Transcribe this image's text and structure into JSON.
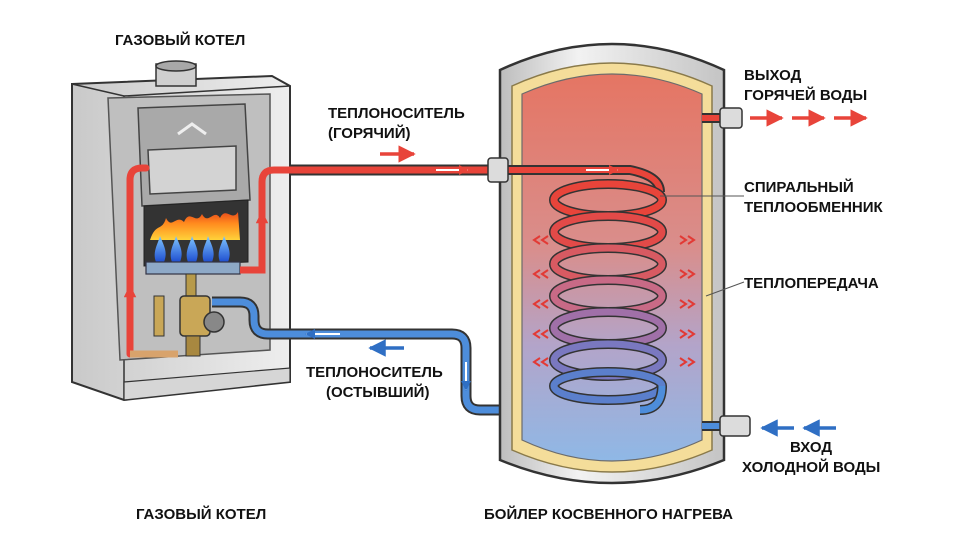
{
  "labels": {
    "boiler_title": "ГАЗОВЫЙ КОТЕЛ",
    "boiler_caption": "ГАЗОВЫЙ КОТЕЛ",
    "hot_carrier_line1": "ТЕПЛОНОСИТЕЛЬ",
    "hot_carrier_line2": "(ГОРЯЧИЙ)",
    "cold_carrier_line1": "ТЕПЛОНОСИТЕЛЬ",
    "cold_carrier_line2": "(ОСТЫВШИЙ)",
    "hot_out_line1": "ВЫХОД",
    "hot_out_line2": "ГОРЯЧЕЙ ВОДЫ",
    "coil_line1": "СПИРАЛЬНЫЙ",
    "coil_line2": "ТЕПЛООБМЕННИК",
    "heat_transfer": "ТЕПЛОПЕРЕДАЧА",
    "cold_in_line1": "ВХОД",
    "cold_in_line2": "ХОЛОДНОЙ ВОДЫ",
    "tank_caption": "БОЙЛЕР КОСВЕННОГО НАГРЕВА"
  },
  "colors": {
    "hot": "#e8443a",
    "cold": "#2f6fc4",
    "hot_water": "#e57e6c",
    "cold_water": "#8fb8e6",
    "insulation": "#f4dd9a",
    "steel": "#d9d9d9"
  },
  "icons": [
    "flame-icon",
    "flow-arrow-icon",
    "gas-valve-icon"
  ]
}
